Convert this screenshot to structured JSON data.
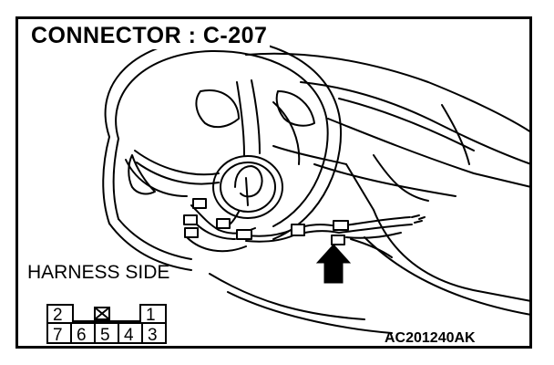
{
  "title": "CONNECTOR : C-207",
  "harness_label": "HARNESS SIDE",
  "figure_code": "AC201240AK",
  "connector_pins": {
    "top": [
      "2",
      "1"
    ],
    "bottom": [
      "7",
      "6",
      "5",
      "4",
      "3"
    ]
  },
  "icons": [
    "steering-wheel-illustration",
    "clock-spring-icon",
    "pointer-arrow-icon",
    "blocked-cavity-icon"
  ],
  "colors": {
    "line": "#000000",
    "background": "#ffffff"
  }
}
